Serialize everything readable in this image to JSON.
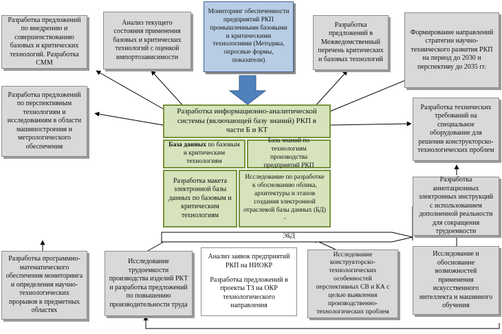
{
  "boxes": {
    "top_left": "Разработка предложений по внедрению и совершенствованию базовых и критических технологий. Разработка СММ",
    "top_analysis": "Анализ текущего состояния применения базовых и критических технологий с оценкой импортозависимости",
    "monitoring": "Мониторинг обеспеченности предприятий РКП промышленными базовыми и критическими технологиями (Методика, опросные формы, показатели)",
    "interdept": "Разработка предложений в Межведомственный перечень критических и базовых технологий",
    "strategy": "Формирование направлений стратегии научно-технического развития РКП на период до 2030 и перспективу до 2035 гг.",
    "left_mid": "Разработка предложений по перспективным технологиям и исследованиям в области машиностроения и метрологического обеспечения",
    "right_mid": "Разработка технических требований на специальное оборудование для решения конструкторско-технологических проблем",
    "right_annot": "Разработка аннотационных электронных инструкций с использованием дополненной реальности для сокращения трудоемкости",
    "center_title": "Разработка информационно-аналитической системы (включающей базу знаний) РКП в части Б и КТ",
    "db_basic_bold": "База данных",
    "db_basic_rest": " по базовым и критическим технологиям",
    "kb_tech": "База знаний по технологиям производства предприятий РКП",
    "layout_db": "Разработка макета электронной базы данных по базовым и критическим технологиям",
    "research_db": "Исследование по разработке к обоснованию облика, архитектуры и этапов создания электронной отраслевой базы данных (БД) -",
    "ebd": "ЭБД",
    "bottom_left": "Разработка программно-математического обеспечения мониторинга и определения научно-технологических прорывов в предметных областях",
    "bottom_labor": "Исследование трудоемкости производства изделий РКТ и разработка предложений по повышению производительности труда",
    "bottom_niokr_1": "Анализ заявок предприятий РКП на НИОКР",
    "bottom_niokr_2": "Разработка предложений в проекты ТЗ на ОКР технологического направления",
    "bottom_constr": "Исследование конструкторско-технологических особенностей перспективных СВ и КА с целью выявления производственно-технологических проблем",
    "bottom_ai": "Исследование и обоснование возможностей применения искусственного интеллекта и машинного обучения"
  },
  "colors": {
    "grey_box": "#d9d9d9",
    "blue_box": "#b8cce4",
    "blue_arrow": "#4f81bd",
    "green_box": "#d6e3bc",
    "green_border": "#77933c",
    "line": "#000000"
  }
}
